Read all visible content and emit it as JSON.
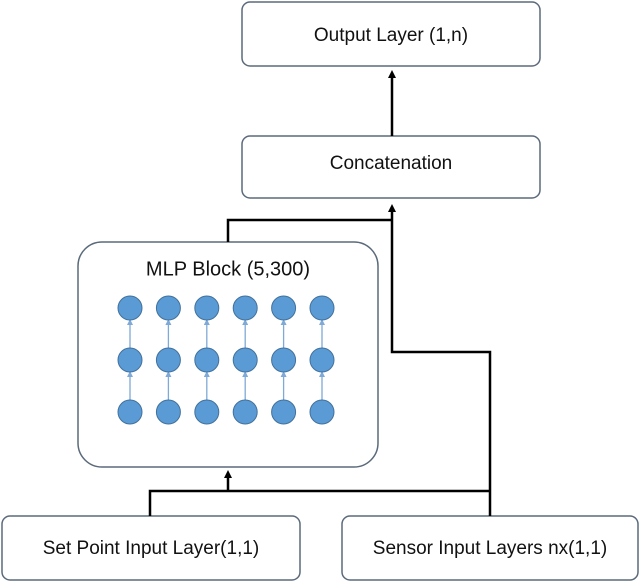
{
  "diagram": {
    "output_layer": {
      "label": "Output Layer (1,n)"
    },
    "concatenation": {
      "label": "Concatenation"
    },
    "mlp_block": {
      "label": "MLP Block (5,300)",
      "node_columns": 6,
      "node_rows": 3
    },
    "set_point_input": {
      "label": "Set Point Input Layer(1,1)"
    },
    "sensor_input": {
      "label": "Sensor Input Layers nx(1,1)"
    },
    "colors": {
      "box_stroke": "#5a6a7a",
      "line": "#000000",
      "node_fill": "#5b9bd5",
      "node_stroke": "#41719c",
      "node_arrow": "#7fa9d6"
    }
  }
}
